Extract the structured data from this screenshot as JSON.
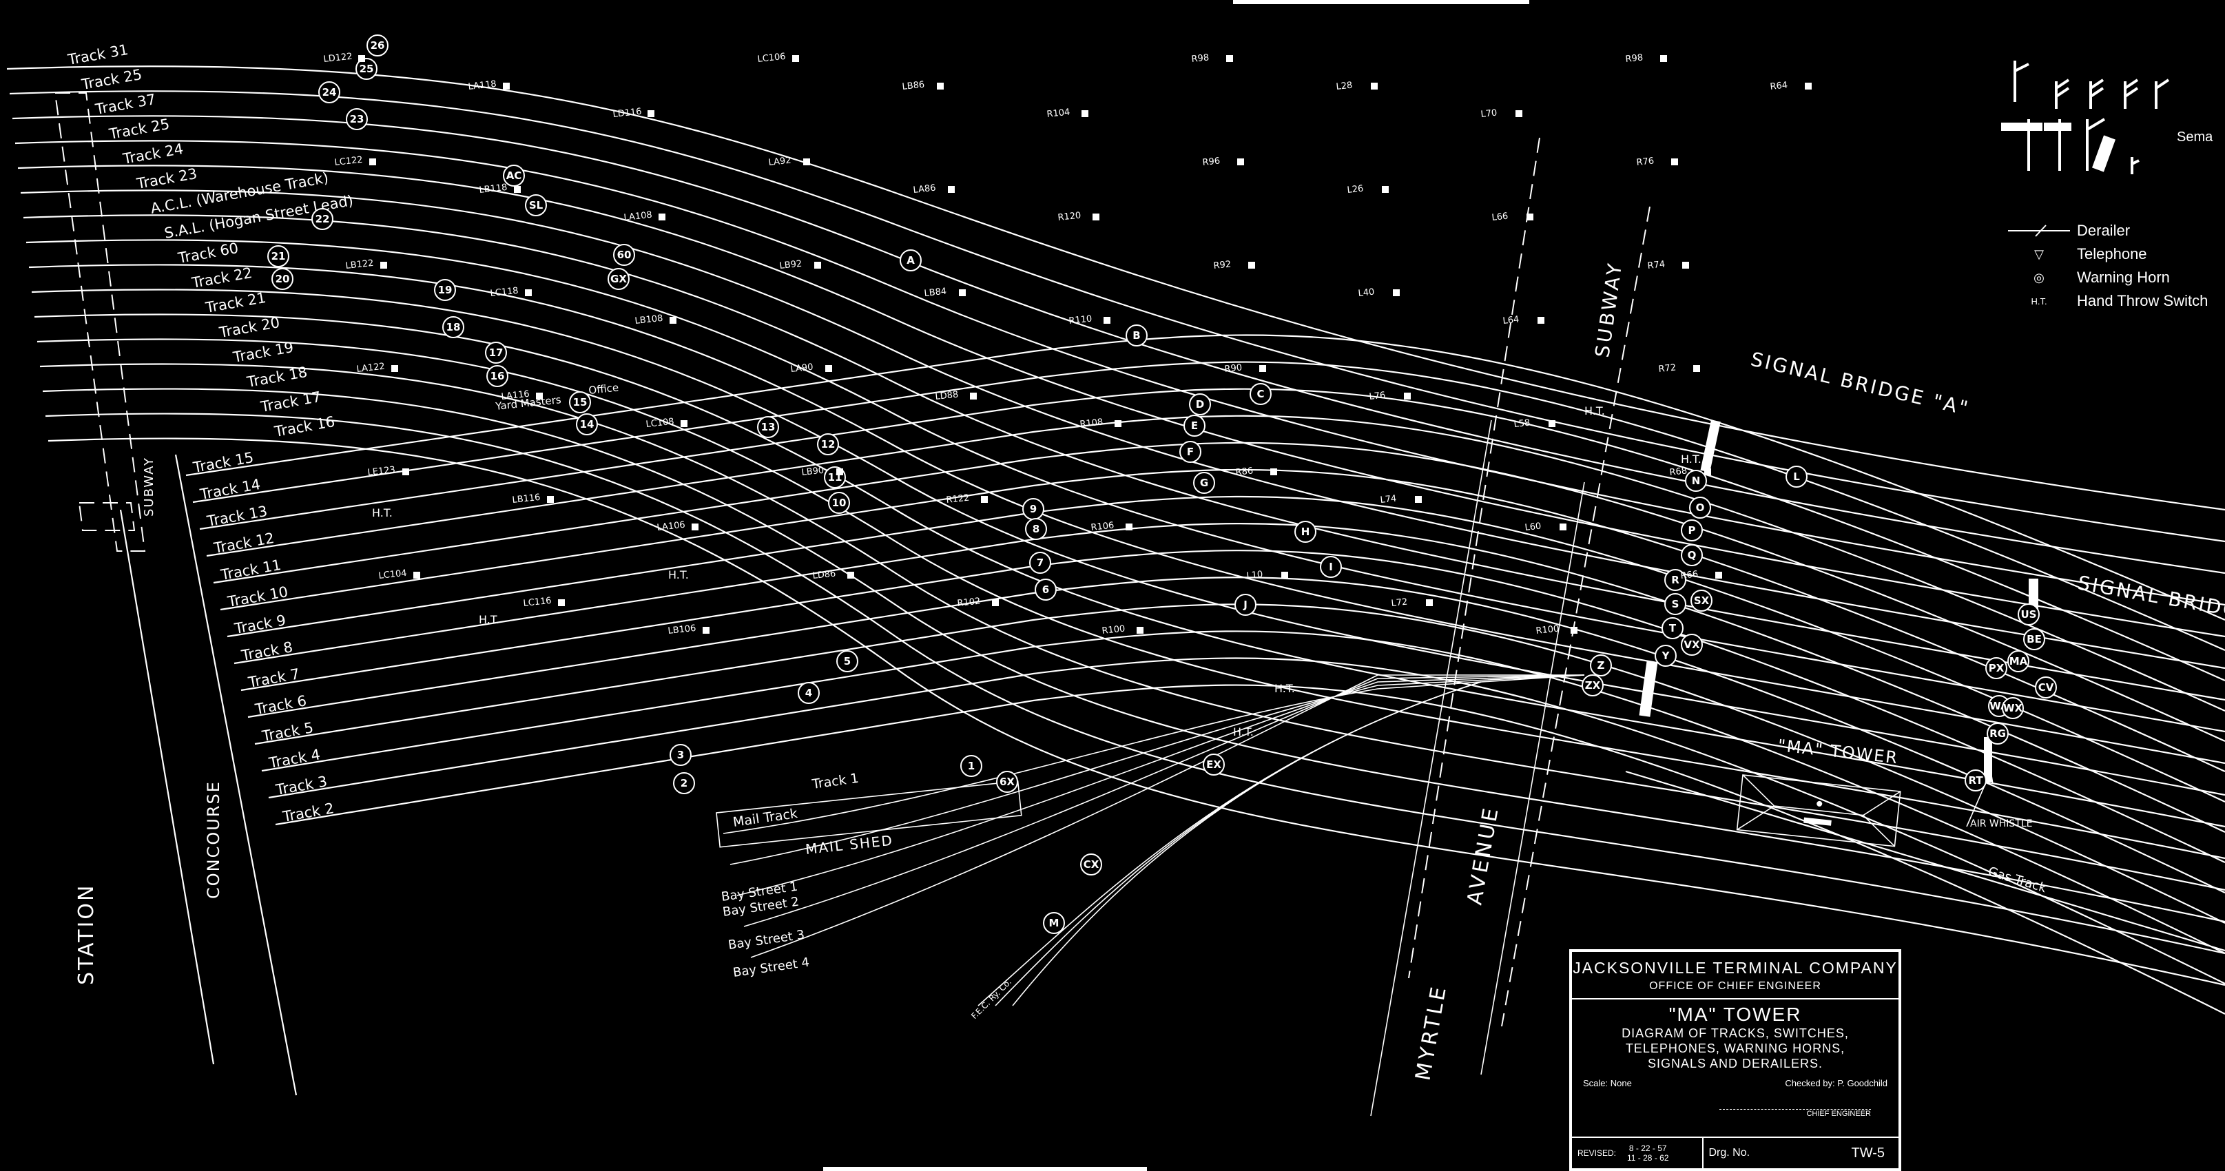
{
  "tracks_left": [
    "Track 31",
    "Track 25",
    "Track 37",
    "Track 25",
    "Track 24",
    "Track 23",
    "A.C.L. (Warehouse Track)",
    "S.A.L. (Hogan Street Lead)",
    "Track 60",
    "Track 22",
    "Track 21",
    "Track 20",
    "Track 19",
    "Track 18",
    "Track 17",
    "Track 16"
  ],
  "tracks_lower": [
    "Track 15",
    "Track 14",
    "Track 13",
    "Track 12",
    "Track 11",
    "Track 10",
    "Track 9",
    "Track 8",
    "Track 7",
    "Track 6",
    "Track 5",
    "Track 4",
    "Track 3",
    "Track 2"
  ],
  "labels": {
    "station": "STATION",
    "concourse": "CONCOURSE",
    "subway_left": "SUBWAY",
    "subway_right": "SUBWAY",
    "myrtle": "MYRTLE",
    "avenue": "AVENUE",
    "signal_bridge_a": "SIGNAL BRIDGE \"A\"",
    "signal_bridge_b": "SIGNAL BRIDGE",
    "ma_tower": "\"MA\" TOWER",
    "mail_shed": "MAIL SHED",
    "mail_track": "Mail Track",
    "track_1": "Track 1",
    "bay_1": "Bay Street  1",
    "bay_2": "Bay Street  2",
    "bay_3": "Bay Street  3",
    "bay_4": "Bay Street  4",
    "gas_track": "Gas Track",
    "air_whistle": "AIR WHISTLE",
    "yard_masters": "Yard Masters",
    "office": "Office",
    "ht": "H.T.",
    "fec": "F.E.C. Ry. Co."
  },
  "legend": {
    "semaphore": "Sema",
    "items": [
      {
        "symbol": "derailer",
        "label": "Derailer"
      },
      {
        "symbol": "telephone-icon",
        "label": "Telephone"
      },
      {
        "symbol": "warning-horn-icon",
        "label": "Warning Horn"
      },
      {
        "symbol": "H.T.",
        "label": "Hand Throw Switch"
      }
    ]
  },
  "switch_circles": [
    "26",
    "25",
    "24",
    "23",
    "AC",
    "SL",
    "22",
    "21",
    "20",
    "19",
    "18",
    "17",
    "16",
    "15",
    "14",
    "60",
    "GX",
    "A",
    "B",
    "C",
    "D",
    "E",
    "F",
    "G",
    "13",
    "12",
    "11",
    "10",
    "9",
    "8",
    "7",
    "6",
    "5",
    "4",
    "3",
    "2",
    "1",
    "H",
    "I",
    "J",
    "6X",
    "EX",
    "CX",
    "M",
    "L",
    "O",
    "P",
    "Q",
    "R",
    "S",
    "T",
    "Y",
    "Z",
    "ZX",
    "N",
    "US",
    "BE",
    "MA",
    "PX",
    "CV",
    "WA",
    "WX",
    "RG",
    "RT",
    "SX",
    "VX"
  ],
  "signals": [
    "LD122",
    "LC122",
    "LB122",
    "LA122",
    "LE123",
    "LC104",
    "LA118",
    "LB118",
    "LC118",
    "LA116",
    "LB116",
    "LC116",
    "LD116",
    "LA108",
    "LB108",
    "LC108",
    "LA106",
    "LB106",
    "LC106",
    "LA92",
    "LB92",
    "LA90",
    "LB90",
    "LD86",
    "LB86",
    "LA86",
    "LB84",
    "LD88",
    "R122",
    "R102",
    "R104",
    "R120",
    "R110",
    "R108",
    "R106",
    "R100",
    "R98",
    "R96",
    "R92",
    "R90",
    "R86",
    "L10",
    "L28",
    "L26",
    "L40",
    "L76",
    "L74",
    "L72",
    "L70",
    "L66",
    "L64",
    "L58",
    "L60",
    "R100",
    "R98",
    "R76",
    "R74",
    "R72",
    "R68",
    "R66",
    "R64"
  ],
  "title_block": {
    "company": "JACKSONVILLE  TERMINAL  COMPANY",
    "office": "OFFICE  OF  CHIEF  ENGINEER",
    "title": "\"MA\"  TOWER",
    "subtitle_1": "DIAGRAM  OF  TRACKS,  SWITCHES,",
    "subtitle_2": "TELEPHONES,  WARNING  HORNS,",
    "subtitle_3": "SIGNALS  AND  DERAILERS.",
    "scale": "Scale: None",
    "checked": "Checked by: P. Goodchild",
    "chief_engineer": "CHIEF ENGINEER",
    "revised": "REVISED:",
    "rev_1": "8 - 22 - 57",
    "rev_2": "11 - 28 - 62",
    "dwg_no_label": "Drg. No.",
    "dwg_no": "TW-5"
  }
}
